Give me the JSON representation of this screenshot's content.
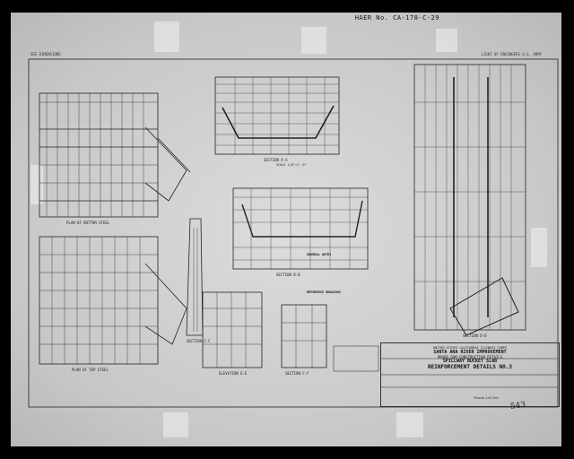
{
  "header": {
    "record_id": "HAER No. CA-178-C-29",
    "left_note": "SEE DIMENSIONS",
    "right_note": "LIGHT OF ENGINEERS U.S. ARMY"
  },
  "views": {
    "plan_bottom_steel": "PLAN OF BOTTOM STEEL",
    "plan_top_steel": "PLAN OF TOP STEEL",
    "section_aa": "SECTION A-A",
    "section_bb": "SECTION B-B",
    "section_cc": "SECTION C-C",
    "section_dd": "SECTION D-D",
    "elevation_ee": "ELEVATION E-E",
    "section_ff": "SECTION F-F",
    "scale_note": "SCALE 1/8\"=1'-0\""
  },
  "notes": {
    "general_title": "GENERAL NOTES",
    "reference_title": "REFERENCE DRAWINGS"
  },
  "title_block": {
    "agency": "UNITED STATES CALIFORNIA ILLINOIS CORPS",
    "project": "SANTA ANA RIVER IMPROVEMENT",
    "dam": "PRADO DAM CONSTRUCTION DETAILS",
    "subject": "SPILLWAY BUCKET SLAB",
    "sheet_title": "REINFORCEMENT DETAILS NO.3"
  },
  "footer": {
    "photo_note": "Prado Lsl Det",
    "page_number": "543"
  }
}
